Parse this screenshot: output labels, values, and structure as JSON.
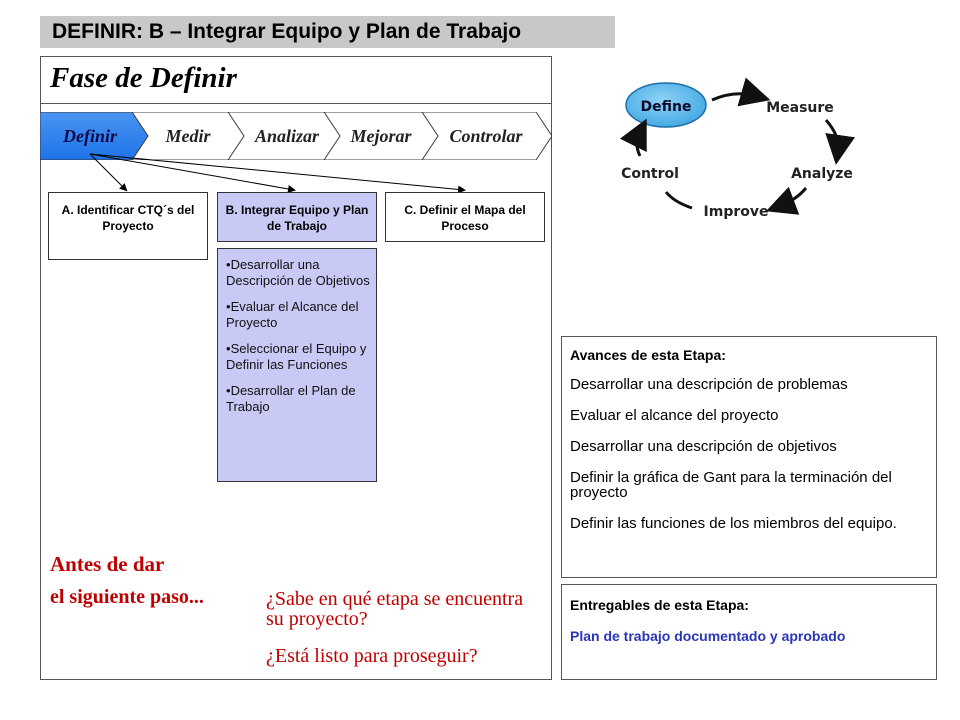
{
  "header": {
    "title": "DEFINIR: B – Integrar Equipo y Plan de Trabajo"
  },
  "phase": {
    "title": "Fase de Definir",
    "chevrons": [
      "Definir",
      "Medir",
      "Analizar",
      "Mejorar",
      "Controlar"
    ],
    "steps": [
      {
        "label": "A. Identificar CTQ´s del Proyecto"
      },
      {
        "label": "B. Integrar Equipo y Plan de Trabajo"
      },
      {
        "label": "C. Definir el Mapa del Proceso"
      }
    ],
    "details": [
      "Desarrollar una Descripción de Objetivos",
      "Evaluar el Alcance del Proyecto",
      "Seleccionar el Equipo y Definir las Funciones",
      "Desarrollar el Plan de Trabajo"
    ],
    "warning_line1": "Antes de dar",
    "warning_line2": "el siguiente paso...",
    "question1": "¿Sabe en qué etapa se encuentra su proyecto?",
    "question2": "¿Está listo para proseguir?"
  },
  "cycle": {
    "labels": [
      "Define",
      "Measure",
      "Analyze",
      "Improve",
      "Control"
    ],
    "active_color": "#5bb5ea"
  },
  "avances": {
    "heading": "Avances de esta Etapa:",
    "items": [
      "Desarrollar una descripción de problemas",
      "Evaluar el alcance del proyecto",
      "Desarrollar una descripción de objetivos",
      "Definir la gráfica de Gant para la terminación del proyecto",
      "Definir las funciones de los miembros del equipo."
    ]
  },
  "entregables": {
    "heading": "Entregables de esta Etapa:",
    "items": [
      "Plan de trabajo documentado y aprobado"
    ]
  },
  "colors": {
    "accent_blue": "#1e73e8",
    "active_step": "#c9c9f5",
    "warning_red": "#c00000",
    "deliverable_blue": "#2a36b8"
  }
}
